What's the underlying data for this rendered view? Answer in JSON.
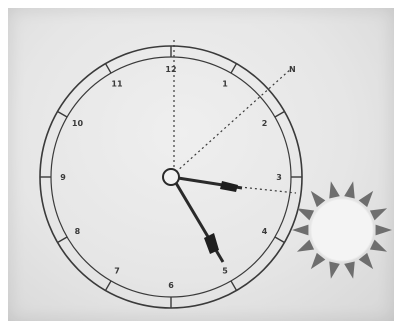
{
  "clock": {
    "numerals": [
      {
        "hour": 12,
        "text": "12"
      },
      {
        "hour": 1,
        "text": "1"
      },
      {
        "hour": 2,
        "text": "2"
      },
      {
        "hour": 3,
        "text": "3"
      },
      {
        "hour": 4,
        "text": "4"
      },
      {
        "hour": 5,
        "text": "5"
      },
      {
        "hour": 6,
        "text": "6"
      },
      {
        "hour": 7,
        "text": "7"
      },
      {
        "hour": 8,
        "text": "8"
      },
      {
        "hour": 9,
        "text": "9"
      },
      {
        "hour": 10,
        "text": "10"
      },
      {
        "hour": 11,
        "text": "11"
      }
    ]
  },
  "labels": {
    "direction_mark": "N"
  },
  "colors": {
    "paper": "#e6e6e6",
    "ink": "#2a2a2a",
    "sun_rays": "#6e6e6e"
  }
}
